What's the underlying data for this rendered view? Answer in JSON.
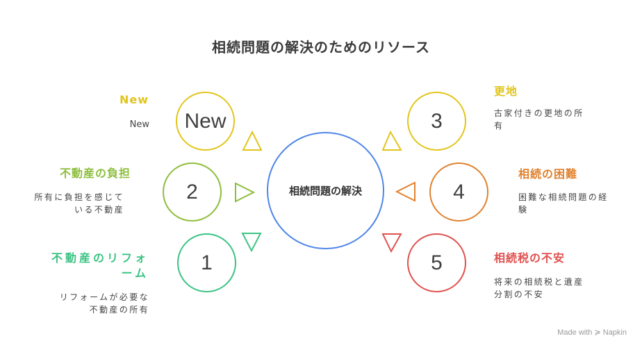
{
  "title": "相続問題の解決のためのリソース",
  "center": {
    "label": "相続問題の解決",
    "color": "#4F86E8"
  },
  "items": [
    {
      "id": "new",
      "number": "New",
      "heading": "New",
      "description": "New",
      "color": "#E2C51C"
    },
    {
      "id": "2",
      "number": "2",
      "heading": "不動産の負担",
      "description": "所有に負担を感じて\nいる不動産",
      "color": "#8DBE3C"
    },
    {
      "id": "1",
      "number": "1",
      "heading": "不動産のリフォ\nーム",
      "description": "リフォームが必要な\n不動産の所有",
      "color": "#3CC383"
    },
    {
      "id": "3",
      "number": "3",
      "heading": "更地",
      "description": "古家付きの更地の所\n有",
      "color": "#E2C51C"
    },
    {
      "id": "4",
      "number": "4",
      "heading": "相続の困難",
      "description": "困難な相続問題の経\n験",
      "color": "#E0822F"
    },
    {
      "id": "5",
      "number": "5",
      "heading": "相続税の不安",
      "description": "将来の相続税と遺産\n分割の不安",
      "color": "#E0514F"
    }
  ],
  "footer": {
    "made_with": "Made with",
    "brand": "Napkin"
  }
}
